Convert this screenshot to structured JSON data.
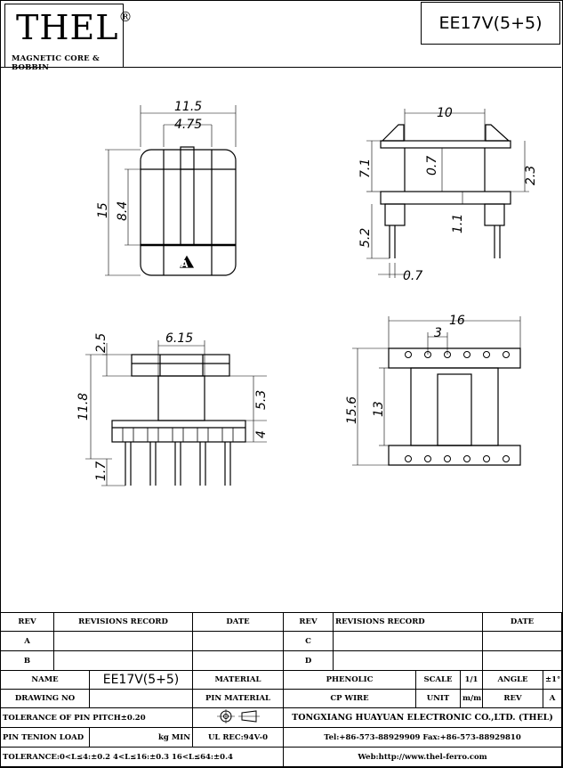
{
  "header": {
    "logo": "THEL",
    "registered": "®",
    "tagline": "MAGNETIC CORE & BOBBIN",
    "part_number": "EE17V(5+5)"
  },
  "dimensions": {
    "front_width": "11.5",
    "front_center": "4.75",
    "front_height": "15",
    "front_inner_height": "8.4",
    "marker": "A",
    "side_width": "10",
    "side_flange_height": "7.1",
    "side_gap": "0.7",
    "side_right_offset": "2.3",
    "side_base": "1.1",
    "side_pin_length": "5.2",
    "side_pin_offset": "0.7",
    "end_core_width": "6.15",
    "end_top_height": "2.5",
    "end_total_height": "11.8",
    "end_mid_height": "5.3",
    "end_base_height": "4",
    "end_pin_length": "1.7",
    "bottom_width": "16",
    "bottom_pitch": "3",
    "bottom_total_height": "15.6",
    "bottom_inner_height": "13"
  },
  "table": {
    "rev_header": "REV",
    "revisions_header": "REVISIONS RECORD",
    "date_header": "DATE",
    "rev_a": "A",
    "rev_b": "B",
    "rev_c": "C",
    "rev_d": "D",
    "name_label": "NAME",
    "name_value": "EE17V(5+5)",
    "material_label": "MATERIAL",
    "material_value": "PHENOLIC",
    "scale_label": "SCALE",
    "scale_value": "1/1",
    "angle_label": "ANGLE",
    "angle_value": "±1°",
    "drawing_no_label": "DRAWING NO",
    "pin_material_label": "PIN MATERIAL",
    "pin_material_value": "CP WIRE",
    "unit_label": "UNIT",
    "unit_value": "m/m",
    "rev_label": "REV",
    "rev_value": "A",
    "pitch_tolerance": "TOLERANCE OF PIN PITCH±0.20",
    "company": "TONGXIANG HUAYUAN ELECTRONIC CO.,LTD. (THEL)",
    "pin_tension_label": "PIN TENION LOAD",
    "pin_tension_unit": "kg MIN",
    "ul_rec": "UL REC:94V-0",
    "contact": "Tel:+86-573-88929909 Fax:+86-573-88929810",
    "tolerance": "TOLERANCE:0<L≤4:±0.2  4<L≤16:±0.3  16<L≤64:±0.4",
    "web": "Web:http://www.thel-ferro.com"
  }
}
